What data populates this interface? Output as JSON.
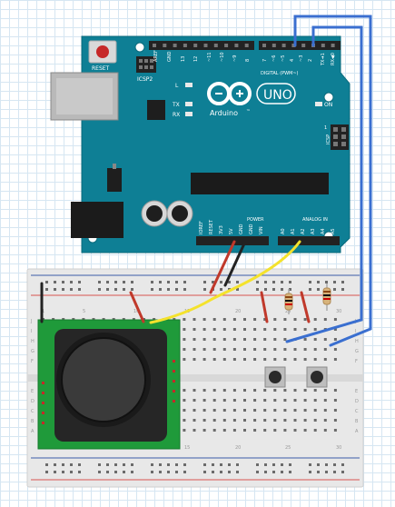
{
  "board": {
    "reset_label": "RESET",
    "icsp2_label": "ICSP2",
    "icsp_label": "ICSP",
    "l_label": "L",
    "tx_label": "TX",
    "rx_label": "RX",
    "on_label": "ON",
    "uno_label": "UNO",
    "arduino_label": "Arduino",
    "tm_label": "™",
    "one_label": "1",
    "digital_label": "DIGITAL (PWM~)",
    "power_label": "POWER",
    "analog_label": "ANALOG IN",
    "digital_pins": [
      "AREF",
      "GND",
      "13",
      "12",
      "~11",
      "~10",
      "~9",
      "8",
      "7",
      "~6",
      "~5",
      "4",
      "~3",
      "2",
      "TX➜1",
      "RX◀0"
    ],
    "power_pins": [
      "IOREF",
      "RESET",
      "3V3",
      "5V",
      "GND",
      "GND",
      "VIN"
    ],
    "analog_pins": [
      "A0",
      "A1",
      "A2",
      "A3",
      "A4",
      "A5"
    ]
  },
  "breadboard": {
    "col_labels": [
      "1",
      "5",
      "10",
      "15",
      "20",
      "25",
      "30"
    ],
    "row_labels_left": [
      "J",
      "I",
      "H",
      "G",
      "F",
      "E",
      "D",
      "C",
      "B",
      "A"
    ],
    "row_labels_right": [
      "J",
      "I",
      "H",
      "G",
      "F",
      "E",
      "D",
      "C",
      "B",
      "A"
    ]
  },
  "colors": {
    "board": "#0e7f95",
    "board_edge": "#0b6a7c",
    "breadboard": "#e8e8e8",
    "rail_red": "#d9534f",
    "rail_blue": "#3b5ba8",
    "wire_red": "#c0392b",
    "wire_black": "#222222",
    "wire_yellow": "#f4e22c",
    "wire_blue": "#3a6fd0",
    "joystick_pcb": "#1f9a3a"
  }
}
